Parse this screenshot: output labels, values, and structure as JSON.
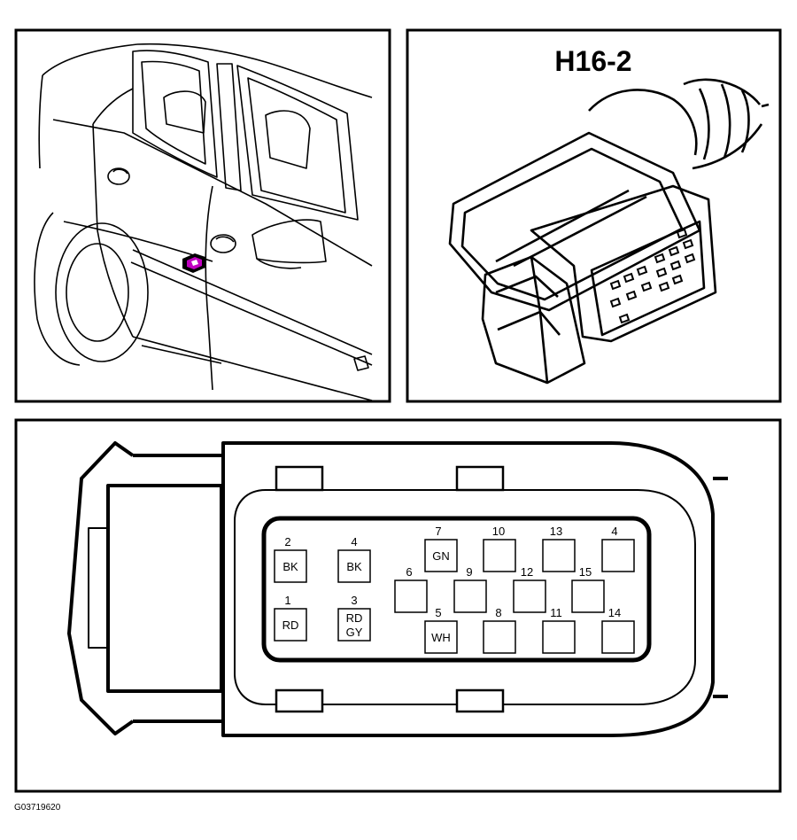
{
  "connector_id": "H16-2",
  "figure_ref": "G03719620",
  "pins": [
    {
      "num": "2",
      "color": "BK"
    },
    {
      "num": "4",
      "color": "BK"
    },
    {
      "num": "1",
      "color": "RD"
    },
    {
      "num": "3",
      "color": "RD",
      "color2": "GY"
    },
    {
      "num": "7",
      "color": "GN"
    },
    {
      "num": "6",
      "color": ""
    },
    {
      "num": "5",
      "color": "WH"
    },
    {
      "num": "10",
      "color": ""
    },
    {
      "num": "9",
      "color": ""
    },
    {
      "num": "8",
      "color": ""
    },
    {
      "num": "13",
      "color": ""
    },
    {
      "num": "12",
      "color": ""
    },
    {
      "num": "11",
      "color": ""
    },
    {
      "num": "4",
      "color": ""
    },
    {
      "num": "15",
      "color": ""
    },
    {
      "num": "14",
      "color": ""
    }
  ],
  "highlight_color": "#c000c0"
}
